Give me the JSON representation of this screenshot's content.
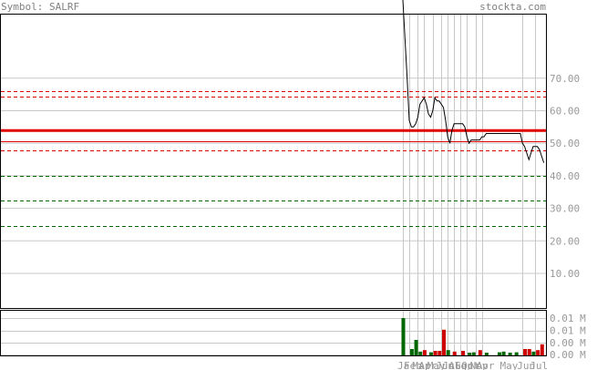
{
  "header": {
    "symbol_label": "Symbol: SALRF",
    "site": "stockta.com"
  },
  "colors": {
    "frame": "#000000",
    "grid": "#c8c8c8",
    "price_line": "#000000",
    "resistance_strong": "#e00000",
    "resistance": "#e00000",
    "support": "#006600",
    "volume_up": "#006600",
    "volume_down": "#cc0000",
    "axis_text": "#999999",
    "header_text": "#808080"
  },
  "chart_data": {
    "type": "line",
    "price": {
      "ylim": [
        0,
        82
      ],
      "y_ticks": [
        "10.00",
        "20.00",
        "30.00",
        "40.00",
        "50.00",
        "60.00",
        "70.00"
      ],
      "tick_values": [
        10,
        20,
        30,
        40,
        50,
        60,
        70
      ],
      "series": [
        [
          0,
          110
        ],
        [
          2,
          70
        ],
        [
          3,
          57
        ],
        [
          4,
          55
        ],
        [
          5,
          55
        ],
        [
          6,
          56
        ],
        [
          7,
          58
        ],
        [
          8,
          62
        ],
        [
          9,
          63
        ],
        [
          10,
          64
        ],
        [
          11,
          62
        ],
        [
          12,
          59
        ],
        [
          13,
          58
        ],
        [
          14,
          60
        ],
        [
          15,
          64
        ],
        [
          16,
          63
        ],
        [
          17,
          63
        ],
        [
          18,
          62
        ],
        [
          19,
          61
        ],
        [
          20,
          57
        ],
        [
          21,
          52
        ],
        [
          22,
          50
        ],
        [
          23,
          54
        ],
        [
          24,
          56
        ],
        [
          25,
          56
        ],
        [
          26,
          56
        ],
        [
          27,
          56
        ],
        [
          28,
          56
        ],
        [
          29,
          55
        ],
        [
          30,
          52
        ],
        [
          31,
          50
        ],
        [
          32,
          51
        ],
        [
          33,
          51
        ],
        [
          34,
          51
        ],
        [
          35,
          51
        ],
        [
          36,
          51
        ],
        [
          37,
          52
        ],
        [
          38,
          52
        ],
        [
          39,
          53
        ],
        [
          40,
          53
        ],
        [
          55,
          53
        ],
        [
          56,
          50
        ],
        [
          57,
          49
        ],
        [
          58,
          47
        ],
        [
          59,
          45
        ],
        [
          60,
          47
        ],
        [
          61,
          49
        ],
        [
          62,
          49
        ],
        [
          63,
          49
        ],
        [
          64,
          48
        ],
        [
          65,
          46
        ],
        [
          66,
          44
        ]
      ]
    },
    "levels": {
      "resistance_dashed": [
        66,
        64.3,
        47.8
      ],
      "resistance_solid": 50.5,
      "resistance_strong": 53.9,
      "support_dashed": [
        40,
        32.3,
        24.5
      ]
    },
    "volume": {
      "y_ticks": [
        "0.01 M",
        "0.01 M",
        "0.00 M",
        "0.00 M"
      ],
      "tick_values": [
        1.0,
        0.66,
        0.33,
        0.0
      ],
      "bars": [
        {
          "x": 0,
          "v": 1.0,
          "up": true
        },
        {
          "x": 4,
          "v": 0.15,
          "up": true
        },
        {
          "x": 6,
          "v": 0.4,
          "up": true
        },
        {
          "x": 8,
          "v": 0.08,
          "up": true
        },
        {
          "x": 10,
          "v": 0.12,
          "up": false
        },
        {
          "x": 13,
          "v": 0.06,
          "up": true
        },
        {
          "x": 15,
          "v": 0.1,
          "up": false
        },
        {
          "x": 17,
          "v": 0.1,
          "up": false
        },
        {
          "x": 19,
          "v": 0.68,
          "up": false
        },
        {
          "x": 21,
          "v": 0.12,
          "up": true
        },
        {
          "x": 24,
          "v": 0.08,
          "up": false
        },
        {
          "x": 28,
          "v": 0.1,
          "up": false
        },
        {
          "x": 31,
          "v": 0.05,
          "up": true
        },
        {
          "x": 33,
          "v": 0.06,
          "up": true
        },
        {
          "x": 36,
          "v": 0.12,
          "up": false
        },
        {
          "x": 39,
          "v": 0.05,
          "up": true
        },
        {
          "x": 45,
          "v": 0.06,
          "up": true
        },
        {
          "x": 47,
          "v": 0.08,
          "up": true
        },
        {
          "x": 50,
          "v": 0.05,
          "up": true
        },
        {
          "x": 53,
          "v": 0.06,
          "up": true
        },
        {
          "x": 57,
          "v": 0.15,
          "up": false
        },
        {
          "x": 59,
          "v": 0.15,
          "up": false
        },
        {
          "x": 61,
          "v": 0.08,
          "up": true
        },
        {
          "x": 63,
          "v": 0.12,
          "up": false
        },
        {
          "x": 65,
          "v": 0.28,
          "up": false
        }
      ]
    },
    "x_labels": [
      "Ja",
      "Feb",
      "Mar",
      "Apr",
      "May",
      "Jun",
      "Jul",
      "Aug",
      "Sep",
      "Oct",
      "Nov",
      "Apr",
      "May",
      "Jun",
      "Jul"
    ],
    "x_label_pos": [
      0,
      3,
      7,
      10,
      14,
      18,
      21,
      24,
      27,
      30,
      34,
      37,
      48,
      56,
      62
    ],
    "x_gridlines": [
      0,
      3,
      7,
      10,
      14,
      18,
      21,
      24,
      27,
      30,
      34,
      37,
      56,
      62
    ],
    "x_range": [
      -100,
      67
    ]
  }
}
